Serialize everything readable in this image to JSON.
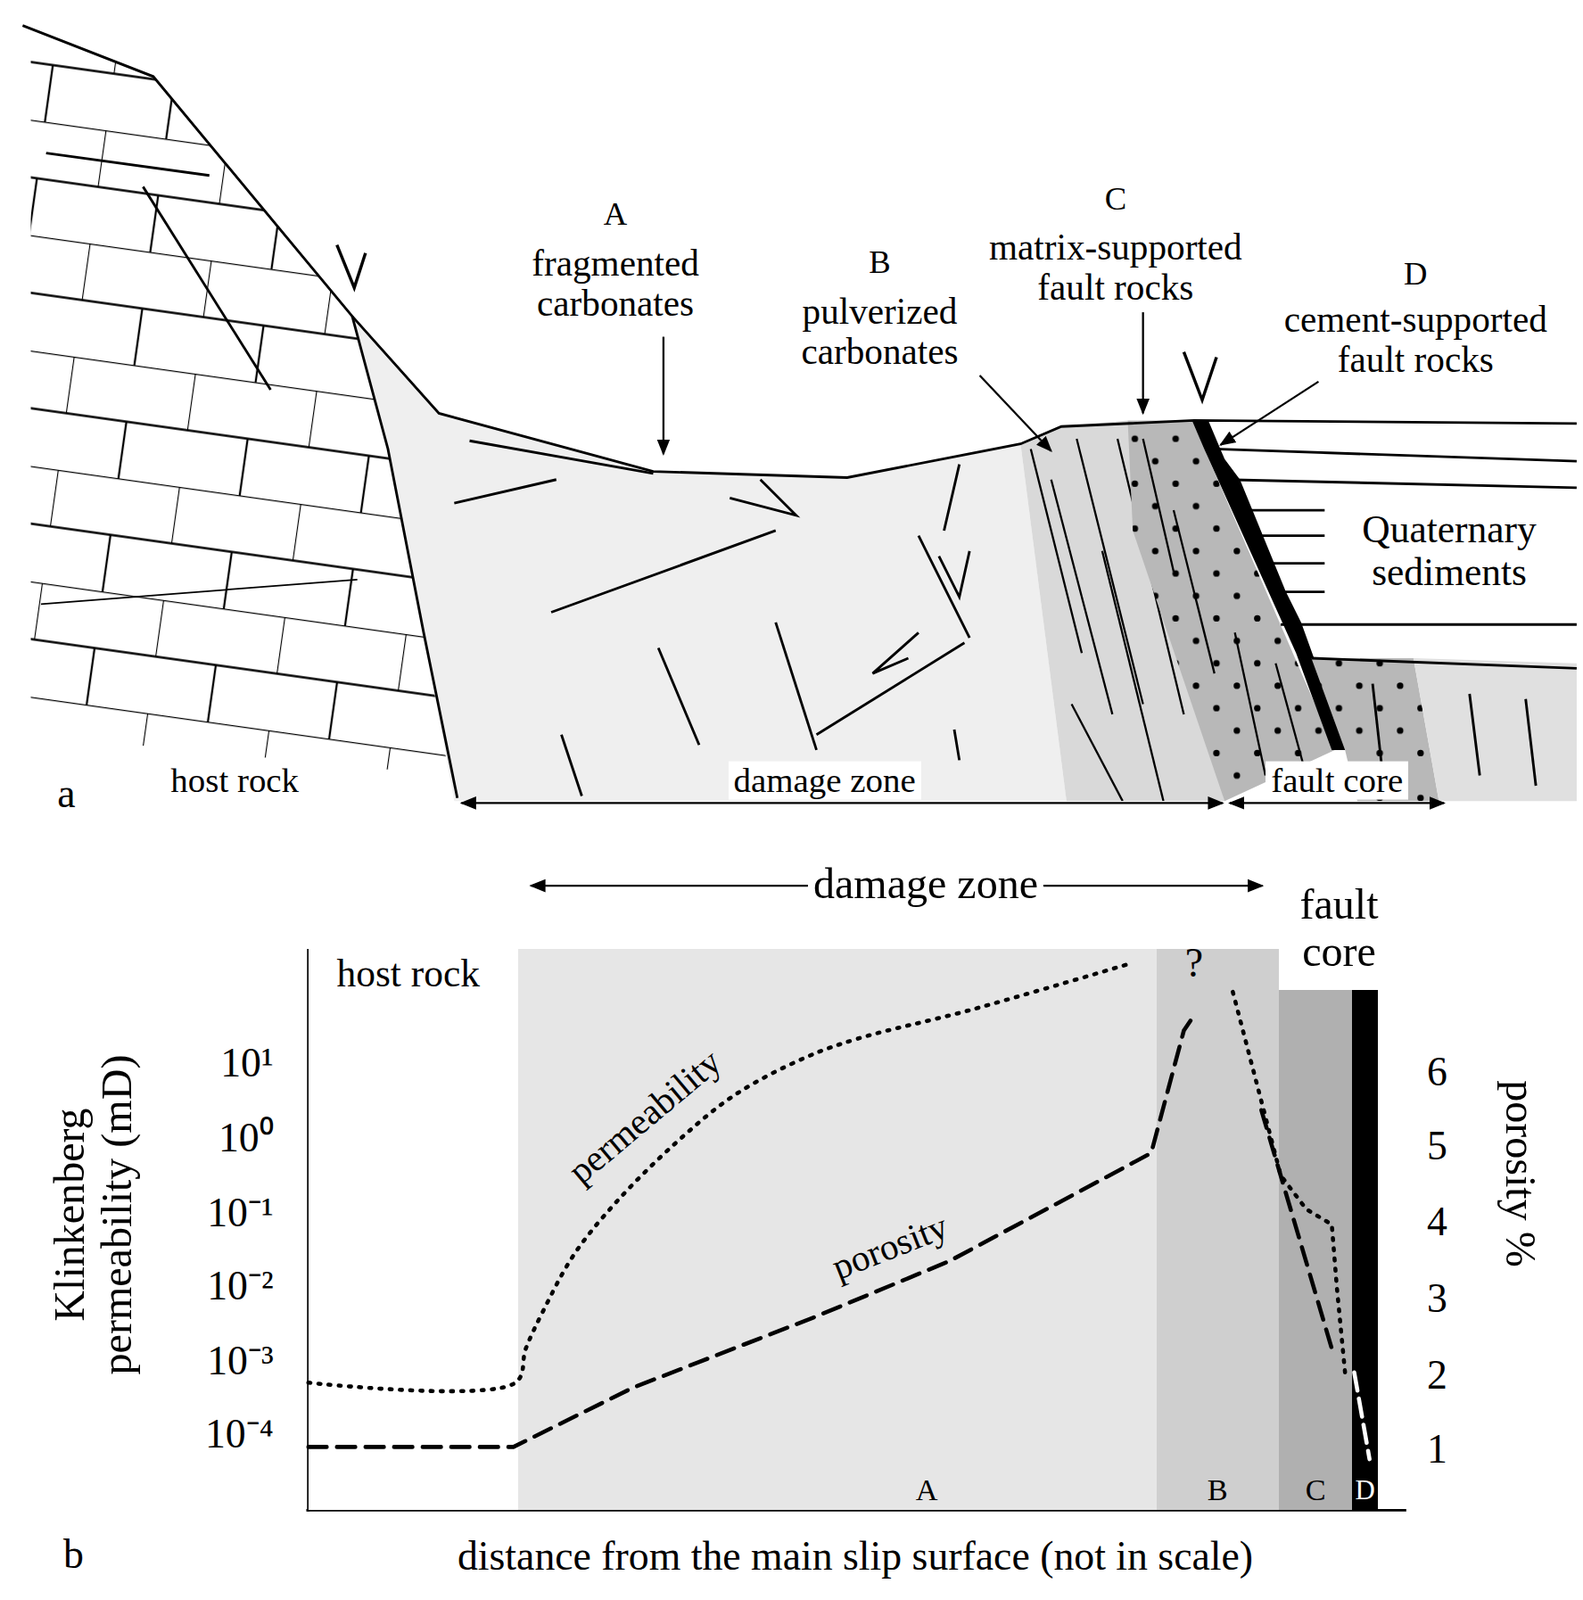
{
  "diagram": {
    "nodes": [
      {
        "text": [
          "host rock"
        ]
      },
      {
        "text": [
          "A"
        ]
      },
      {
        "text": [
          "?",
          "B"
        ]
      },
      {
        "text": [
          "C"
        ]
      },
      {
        "text": [
          "D"
        ]
      }
    ],
    "labels": [
      "a",
      "A",
      "fragmented carbonates",
      "B",
      "pulverized carbonates",
      "C",
      "matrix-supported fault rocks",
      "D",
      "cement-supported fault rocks",
      "Quaternary sediments",
      "host rock",
      "damage zone",
      "fault core",
      "b",
      "damage zone",
      "fault core",
      "Klinkenberg permeability (mD)",
      "porosity %",
      "10¹",
      "10⁰",
      "10⁻¹",
      "10⁻²",
      "10⁻³",
      "10⁻⁴",
      "6",
      "5",
      "4",
      "3",
      "2",
      "1",
      "permeability",
      "porosity",
      "distance from the main slip surface (not in scale)"
    ]
  }
}
